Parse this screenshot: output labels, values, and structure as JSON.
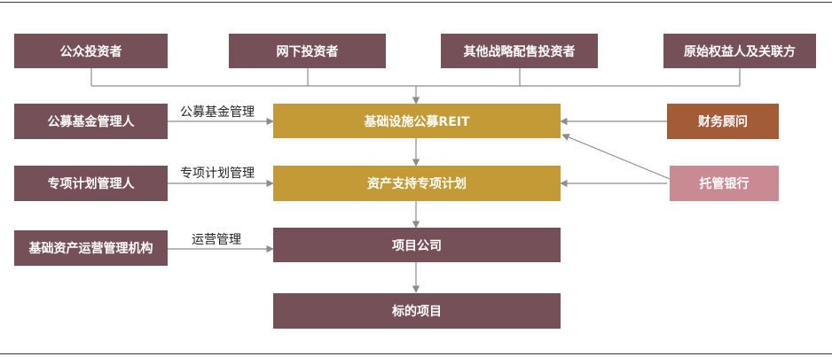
{
  "investors": [
    "公众投资者",
    "网下投资者",
    "其他战略配售投资者",
    "原始权益人及关联方"
  ],
  "left_parties": [
    "公募基金管理人",
    "专项计划管理人",
    "基础资产运营管理机构"
  ],
  "center_chain": [
    "基础设施公募REIT",
    "资产支持专项计划",
    "项目公司",
    "标的项目"
  ],
  "right_parties": [
    "财务顾问",
    "托管银行"
  ],
  "edge_labels": [
    "公募基金管理",
    "专项计划管理",
    "运营管理"
  ],
  "colors": {
    "dark": "#765059",
    "gold": "#c39a35",
    "brown": "#a35c36",
    "pink": "#ca8a93",
    "line": "#8c8c8c"
  }
}
